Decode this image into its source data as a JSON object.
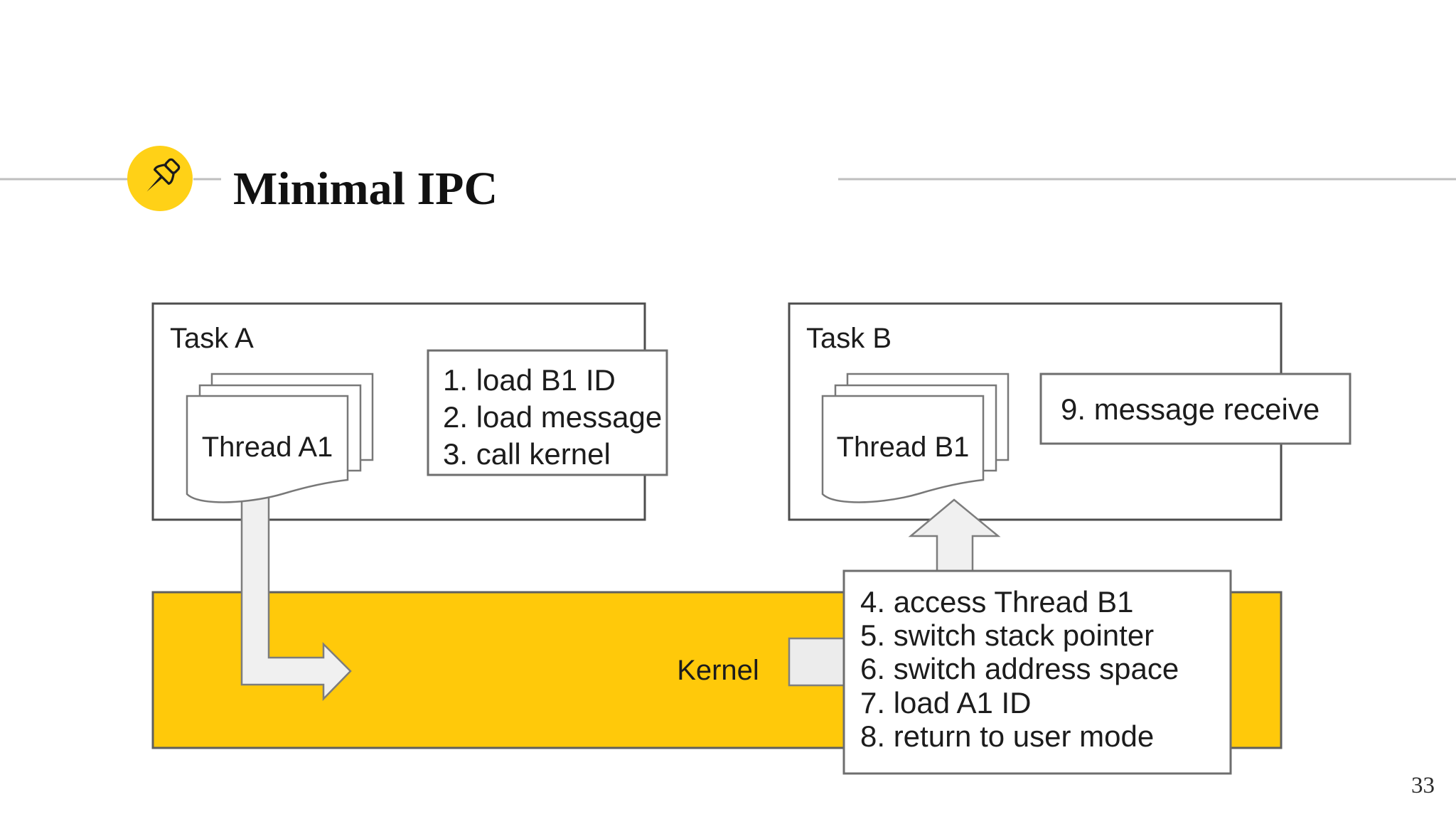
{
  "slide": {
    "title": "Minimal IPC",
    "page_number": "33",
    "accent_colors": {
      "title_circle_yellow": "#FFD117",
      "kernel_band_yellow": "#FFC90A"
    },
    "task_a": {
      "label": "Task A",
      "thread_label": "Thread A1",
      "steps": [
        "1. load B1 ID",
        "2. load message",
        "3. call kernel"
      ]
    },
    "task_b": {
      "label": "Task B",
      "thread_label": "Thread B1",
      "receive_step": "9. message receive"
    },
    "kernel": {
      "label": "Kernel",
      "steps": [
        "4. access Thread B1",
        "5. switch stack pointer",
        "6. switch address space",
        "7. load A1 ID",
        "8. return to user mode"
      ]
    }
  }
}
